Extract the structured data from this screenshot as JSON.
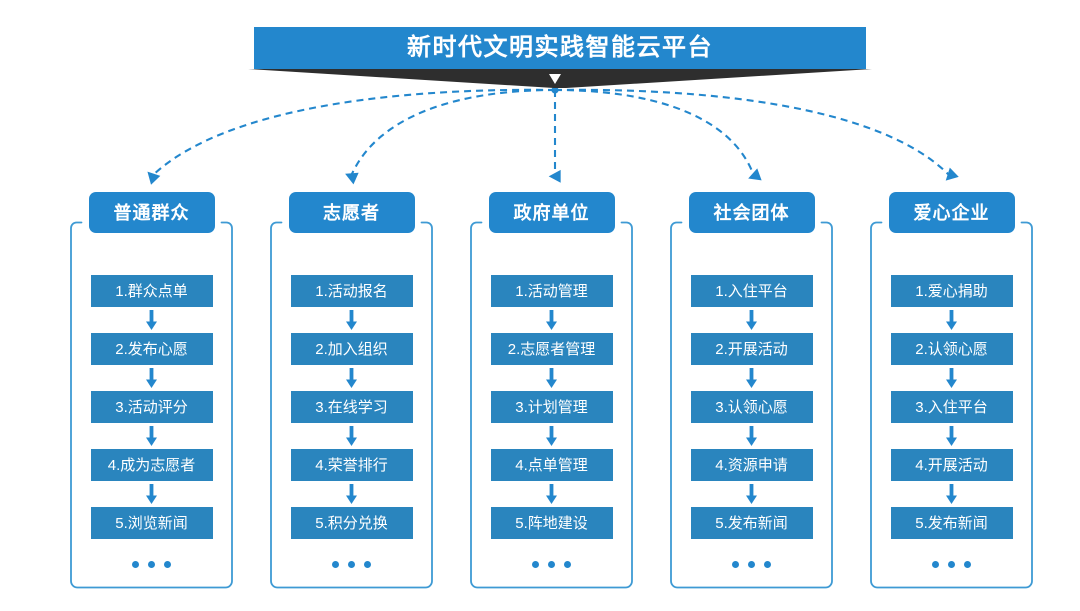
{
  "page": {
    "background_color": "#ffffff",
    "accent_color": "#2387cd",
    "item_color": "#2a85be",
    "ribbon_color": "#2e2e2e",
    "card_border_color": "#3e9ad4"
  },
  "title": {
    "text": "新时代文明实践智能云平台",
    "bar_color": "#2387cd",
    "text_color": "#ffffff"
  },
  "ellipsis_label": "...",
  "columns": [
    {
      "id": "public",
      "header": "普通群众",
      "items": [
        "1.群众点单",
        "2.发布心愿",
        "3.活动评分",
        "4.成为志愿者",
        "5.浏览新闻"
      ]
    },
    {
      "id": "volunteer",
      "header": "志愿者",
      "items": [
        "1.活动报名",
        "2.加入组织",
        "3.在线学习",
        "4.荣誉排行",
        "5.积分兑换"
      ]
    },
    {
      "id": "government",
      "header": "政府单位",
      "items": [
        "1.活动管理",
        "2.志愿者管理",
        "3.计划管理",
        "4.点单管理",
        "5.阵地建设"
      ]
    },
    {
      "id": "social-group",
      "header": "社会团体",
      "items": [
        "1.入住平台",
        "2.开展活动",
        "3.认领心愿",
        "4.资源申请",
        "5.发布新闻"
      ]
    },
    {
      "id": "enterprise",
      "header": "爱心企业",
      "items": [
        "1.爱心捐助",
        "2.认领心愿",
        "3.入住平台",
        "4.开展活动",
        "5.发布新闻"
      ]
    }
  ]
}
